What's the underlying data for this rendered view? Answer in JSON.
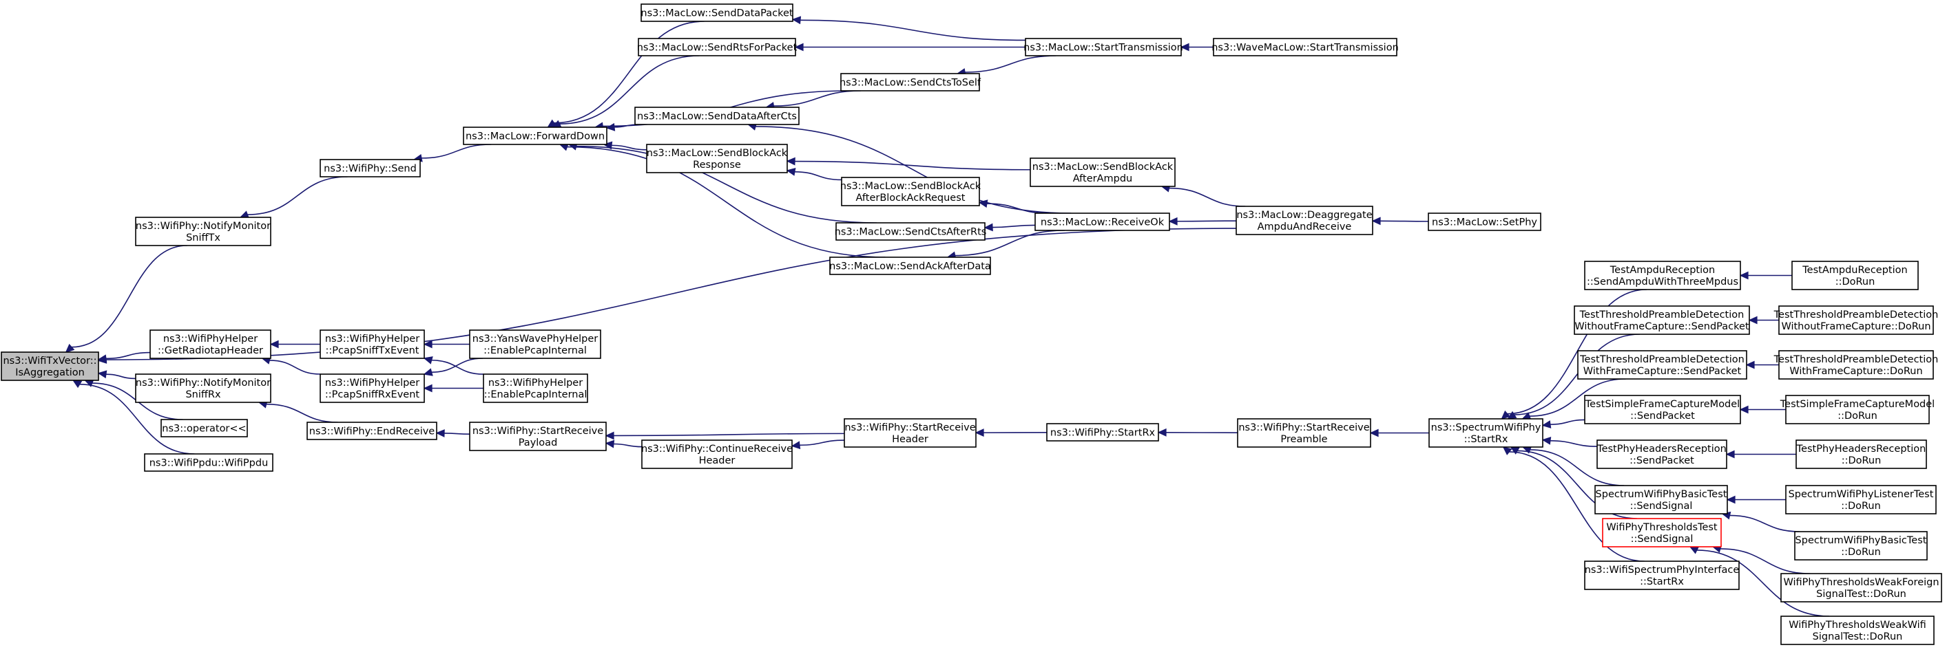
{
  "nodes": [
    {
      "id": "isagg",
      "lines": [
        "ns3::WifiTxVector::",
        "IsAggregation"
      ],
      "style": "focus"
    },
    {
      "id": "notifyTx",
      "lines": [
        "ns3::WifiPhy::NotifyMonitor",
        "SniffTx"
      ]
    },
    {
      "id": "radiotap",
      "lines": [
        "ns3::WifiPhyHelper",
        "::GetRadiotapHeader"
      ]
    },
    {
      "id": "notifyRx",
      "lines": [
        "ns3::WifiPhy::NotifyMonitor",
        "SniffRx"
      ]
    },
    {
      "id": "oplt",
      "lines": [
        "ns3::operator<<"
      ]
    },
    {
      "id": "wifippdu",
      "lines": [
        "ns3::WifiPpdu::WifiPpdu"
      ]
    },
    {
      "id": "phySend",
      "lines": [
        "ns3::WifiPhy::Send"
      ]
    },
    {
      "id": "sniffTxEv",
      "lines": [
        "ns3::WifiPhyHelper",
        "::PcapSniffTxEvent"
      ]
    },
    {
      "id": "sniffRxEv",
      "lines": [
        "ns3::WifiPhyHelper",
        "::PcapSniffRxEvent"
      ]
    },
    {
      "id": "endRecv",
      "lines": [
        "ns3::WifiPhy::EndReceive"
      ]
    },
    {
      "id": "fwdDown",
      "lines": [
        "ns3::MacLow::ForwardDown"
      ]
    },
    {
      "id": "yansPcap",
      "lines": [
        "ns3::YansWavePhyHelper",
        "::EnablePcapInternal"
      ]
    },
    {
      "id": "helperPcap",
      "lines": [
        "ns3::WifiPhyHelper",
        "::EnablePcapInternal"
      ]
    },
    {
      "id": "startRecvPayload",
      "lines": [
        "ns3::WifiPhy::StartReceive",
        "Payload"
      ]
    },
    {
      "id": "sendDataPkt",
      "lines": [
        "ns3::MacLow::SendDataPacket"
      ]
    },
    {
      "id": "sendRts",
      "lines": [
        "ns3::MacLow::SendRtsForPacket"
      ]
    },
    {
      "id": "sendDataAfterCts",
      "lines": [
        "ns3::MacLow::SendDataAfterCts"
      ]
    },
    {
      "id": "sendBaResp",
      "lines": [
        "ns3::MacLow::SendBlockAck",
        "Response"
      ]
    },
    {
      "id": "contRecvHdr",
      "lines": [
        "ns3::WifiPhy::ContinueReceive",
        "Header"
      ]
    },
    {
      "id": "sendCtsSelf",
      "lines": [
        "ns3::MacLow::SendCtsToSelf"
      ]
    },
    {
      "id": "sendBaAfterReq",
      "lines": [
        "ns3::MacLow::SendBlockAck",
        "AfterBlockAckRequest"
      ]
    },
    {
      "id": "sendCtsAfterRts",
      "lines": [
        "ns3::MacLow::SendCtsAfterRts"
      ]
    },
    {
      "id": "sendAckAfterData",
      "lines": [
        "ns3::MacLow::SendAckAfterData"
      ]
    },
    {
      "id": "startRecvHdr",
      "lines": [
        "ns3::WifiPhy::StartReceive",
        "Header"
      ]
    },
    {
      "id": "startTx",
      "lines": [
        "ns3::MacLow::StartTransmission"
      ]
    },
    {
      "id": "sendBaAmpdu",
      "lines": [
        "ns3::MacLow::SendBlockAck",
        "AfterAmpdu"
      ]
    },
    {
      "id": "recvOk",
      "lines": [
        "ns3::MacLow::ReceiveOk"
      ]
    },
    {
      "id": "startRx",
      "lines": [
        "ns3::WifiPhy::StartRx"
      ]
    },
    {
      "id": "waveStartTx",
      "lines": [
        "ns3::WaveMacLow::StartTransmission"
      ]
    },
    {
      "id": "deaggr",
      "lines": [
        "ns3::MacLow::Deaggregate",
        "AmpduAndReceive"
      ]
    },
    {
      "id": "startRecvPreamble",
      "lines": [
        "ns3::WifiPhy::StartReceive",
        "Preamble"
      ]
    },
    {
      "id": "setPhy",
      "lines": [
        "ns3::MacLow::SetPhy"
      ]
    },
    {
      "id": "spectrumStartRx",
      "lines": [
        "ns3::SpectrumWifiPhy",
        "::StartRx"
      ]
    },
    {
      "id": "ampduSend",
      "lines": [
        "TestAmpduReception",
        "::SendAmpduWithThreeMpdus"
      ]
    },
    {
      "id": "tpdWithoutSend",
      "lines": [
        "TestThresholdPreambleDetection",
        "WithoutFrameCapture::SendPacket"
      ]
    },
    {
      "id": "tpdWithSend",
      "lines": [
        "TestThresholdPreambleDetection",
        "WithFrameCapture::SendPacket"
      ]
    },
    {
      "id": "tsfcSend",
      "lines": [
        "TestSimpleFrameCaptureModel",
        "::SendPacket"
      ]
    },
    {
      "id": "tphrSend",
      "lines": [
        "TestPhyHeadersReception",
        "::SendPacket"
      ]
    },
    {
      "id": "swpbSend",
      "lines": [
        "SpectrumWifiPhyBasicTest",
        "::SendSignal"
      ]
    },
    {
      "id": "wptSend",
      "lines": [
        "WifiPhyThresholdsTest",
        "::SendSignal"
      ],
      "style": "red"
    },
    {
      "id": "wspiStartRx",
      "lines": [
        "ns3::WifiSpectrumPhyInterface",
        "::StartRx"
      ]
    },
    {
      "id": "ampduDoRun",
      "lines": [
        "TestAmpduReception",
        "::DoRun"
      ]
    },
    {
      "id": "tpdWithoutDoRun",
      "lines": [
        "TestThresholdPreambleDetection",
        "WithoutFrameCapture::DoRun"
      ]
    },
    {
      "id": "tpdWithDoRun",
      "lines": [
        "TestThresholdPreambleDetection",
        "WithFrameCapture::DoRun"
      ]
    },
    {
      "id": "tsfcDoRun",
      "lines": [
        "TestSimpleFrameCaptureModel",
        "::DoRun"
      ]
    },
    {
      "id": "tphrDoRun",
      "lines": [
        "TestPhyHeadersReception",
        "::DoRun"
      ]
    },
    {
      "id": "swplDoRun",
      "lines": [
        "SpectrumWifiPhyListenerTest",
        "::DoRun"
      ]
    },
    {
      "id": "swpbDoRun",
      "lines": [
        "SpectrumWifiPhyBasicTest",
        "::DoRun"
      ]
    },
    {
      "id": "wptForeignDoRun",
      "lines": [
        "WifiPhyThresholdsWeakForeign",
        "SignalTest::DoRun"
      ]
    },
    {
      "id": "wptWifiDoRun",
      "lines": [
        "WifiPhyThresholdsWeakWifi",
        "SignalTest::DoRun"
      ]
    }
  ],
  "edges": [
    [
      "notifyTx",
      "isagg"
    ],
    [
      "radiotap",
      "isagg"
    ],
    [
      "notifyRx",
      "isagg"
    ],
    [
      "oplt",
      "isagg"
    ],
    [
      "wifippdu",
      "isagg"
    ],
    [
      "deaggr",
      "isagg"
    ],
    [
      "phySend",
      "notifyTx"
    ],
    [
      "sniffTxEv",
      "radiotap"
    ],
    [
      "sniffRxEv",
      "radiotap"
    ],
    [
      "endRecv",
      "notifyRx"
    ],
    [
      "fwdDown",
      "phySend"
    ],
    [
      "yansPcap",
      "sniffTxEv"
    ],
    [
      "helperPcap",
      "sniffTxEv"
    ],
    [
      "yansPcap",
      "sniffRxEv"
    ],
    [
      "helperPcap",
      "sniffRxEv"
    ],
    [
      "startRecvPayload",
      "endRecv"
    ],
    [
      "sendDataPkt",
      "fwdDown"
    ],
    [
      "sendRts",
      "fwdDown"
    ],
    [
      "sendCtsSelf",
      "fwdDown"
    ],
    [
      "sendDataAfterCts",
      "fwdDown"
    ],
    [
      "sendBaResp",
      "fwdDown"
    ],
    [
      "sendCtsAfterRts",
      "fwdDown"
    ],
    [
      "sendAckAfterData",
      "fwdDown"
    ],
    [
      "contRecvHdr",
      "startRecvPayload"
    ],
    [
      "startRecvHdr",
      "startRecvPayload"
    ],
    [
      "startTx",
      "sendDataPkt"
    ],
    [
      "startTx",
      "sendRts"
    ],
    [
      "startTx",
      "sendCtsSelf"
    ],
    [
      "sendCtsSelf",
      "sendDataAfterCts"
    ],
    [
      "recvOk",
      "sendDataAfterCts"
    ],
    [
      "sendBaAmpdu",
      "sendBaResp"
    ],
    [
      "sendBaAfterReq",
      "sendBaResp"
    ],
    [
      "recvOk",
      "sendBaAfterReq"
    ],
    [
      "recvOk",
      "sendCtsAfterRts"
    ],
    [
      "recvOk",
      "sendAckAfterData"
    ],
    [
      "startRecvHdr",
      "contRecvHdr"
    ],
    [
      "startRx",
      "startRecvHdr"
    ],
    [
      "waveStartTx",
      "startTx"
    ],
    [
      "deaggr",
      "sendBaAmpdu"
    ],
    [
      "deaggr",
      "recvOk"
    ],
    [
      "startRecvPreamble",
      "startRx"
    ],
    [
      "setPhy",
      "deaggr"
    ],
    [
      "spectrumStartRx",
      "startRecvPreamble"
    ],
    [
      "ampduSend",
      "spectrumStartRx"
    ],
    [
      "tpdWithoutSend",
      "spectrumStartRx"
    ],
    [
      "tpdWithSend",
      "spectrumStartRx"
    ],
    [
      "tsfcSend",
      "spectrumStartRx"
    ],
    [
      "tphrSend",
      "spectrumStartRx"
    ],
    [
      "swpbSend",
      "spectrumStartRx"
    ],
    [
      "wptSend",
      "spectrumStartRx"
    ],
    [
      "wspiStartRx",
      "spectrumStartRx"
    ],
    [
      "ampduDoRun",
      "ampduSend"
    ],
    [
      "tpdWithoutDoRun",
      "tpdWithoutSend"
    ],
    [
      "tpdWithDoRun",
      "tpdWithSend"
    ],
    [
      "tsfcDoRun",
      "tsfcSend"
    ],
    [
      "tphrDoRun",
      "tphrSend"
    ],
    [
      "swplDoRun",
      "swpbSend"
    ],
    [
      "swpbDoRun",
      "swpbSend"
    ],
    [
      "wptForeignDoRun",
      "wptSend"
    ],
    [
      "wptWifiDoRun",
      "wptSend"
    ]
  ]
}
